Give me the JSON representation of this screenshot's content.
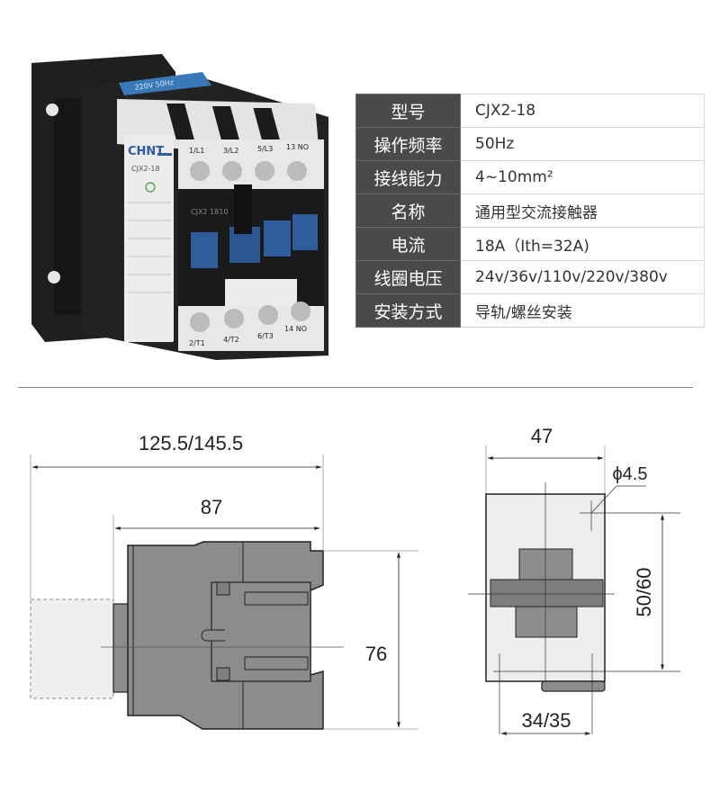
{
  "product": {
    "brand": "CHNT",
    "model_marking": "CJX2-18",
    "aux_marking": "CJX2 1810",
    "coil_label": "220V 50Hz",
    "terminals_top": [
      "1/L1",
      "3/L2",
      "5/L3",
      "13 NO"
    ],
    "terminals_bottom": [
      "2/T1",
      "4/T2",
      "6/T3",
      "14 NO"
    ],
    "colors": {
      "body": "#1e1e1e",
      "terminal_block": "#e8e8e8",
      "button": "#2f5d9e",
      "coil_band": "#3a78b8"
    }
  },
  "specs": {
    "rows": [
      {
        "label": "型号",
        "value": "CJX2-18"
      },
      {
        "label": "操作频率",
        "value": "50Hz"
      },
      {
        "label": "接线能力",
        "value": "4~10mm²"
      },
      {
        "label": "名称",
        "value": "通用型交流接触器"
      },
      {
        "label": "电流",
        "value": "18A（Ith=32A)"
      },
      {
        "label": "线圈电压",
        "value": "24v/36v/110v/220v/380v"
      },
      {
        "label": "安装方式",
        "value": "导轨/螺丝安装"
      }
    ],
    "colors": {
      "label_bg": "#4a4a4a",
      "label_text": "#ffffff",
      "value_text": "#333333",
      "border": "#d8d8d8"
    }
  },
  "dimensions": {
    "side_view": {
      "overall_length": "125.5/145.5",
      "body_length": "87",
      "height": "76"
    },
    "front_view": {
      "width": "47",
      "hole_diameter": "ϕ4.5",
      "mounting_height": "50/60",
      "mounting_width": "34/35"
    },
    "colors": {
      "body_fill": "#8c8c8c",
      "ghost_fill": "#efefef",
      "front_fill": "#eeeeee",
      "line": "#222222"
    }
  }
}
